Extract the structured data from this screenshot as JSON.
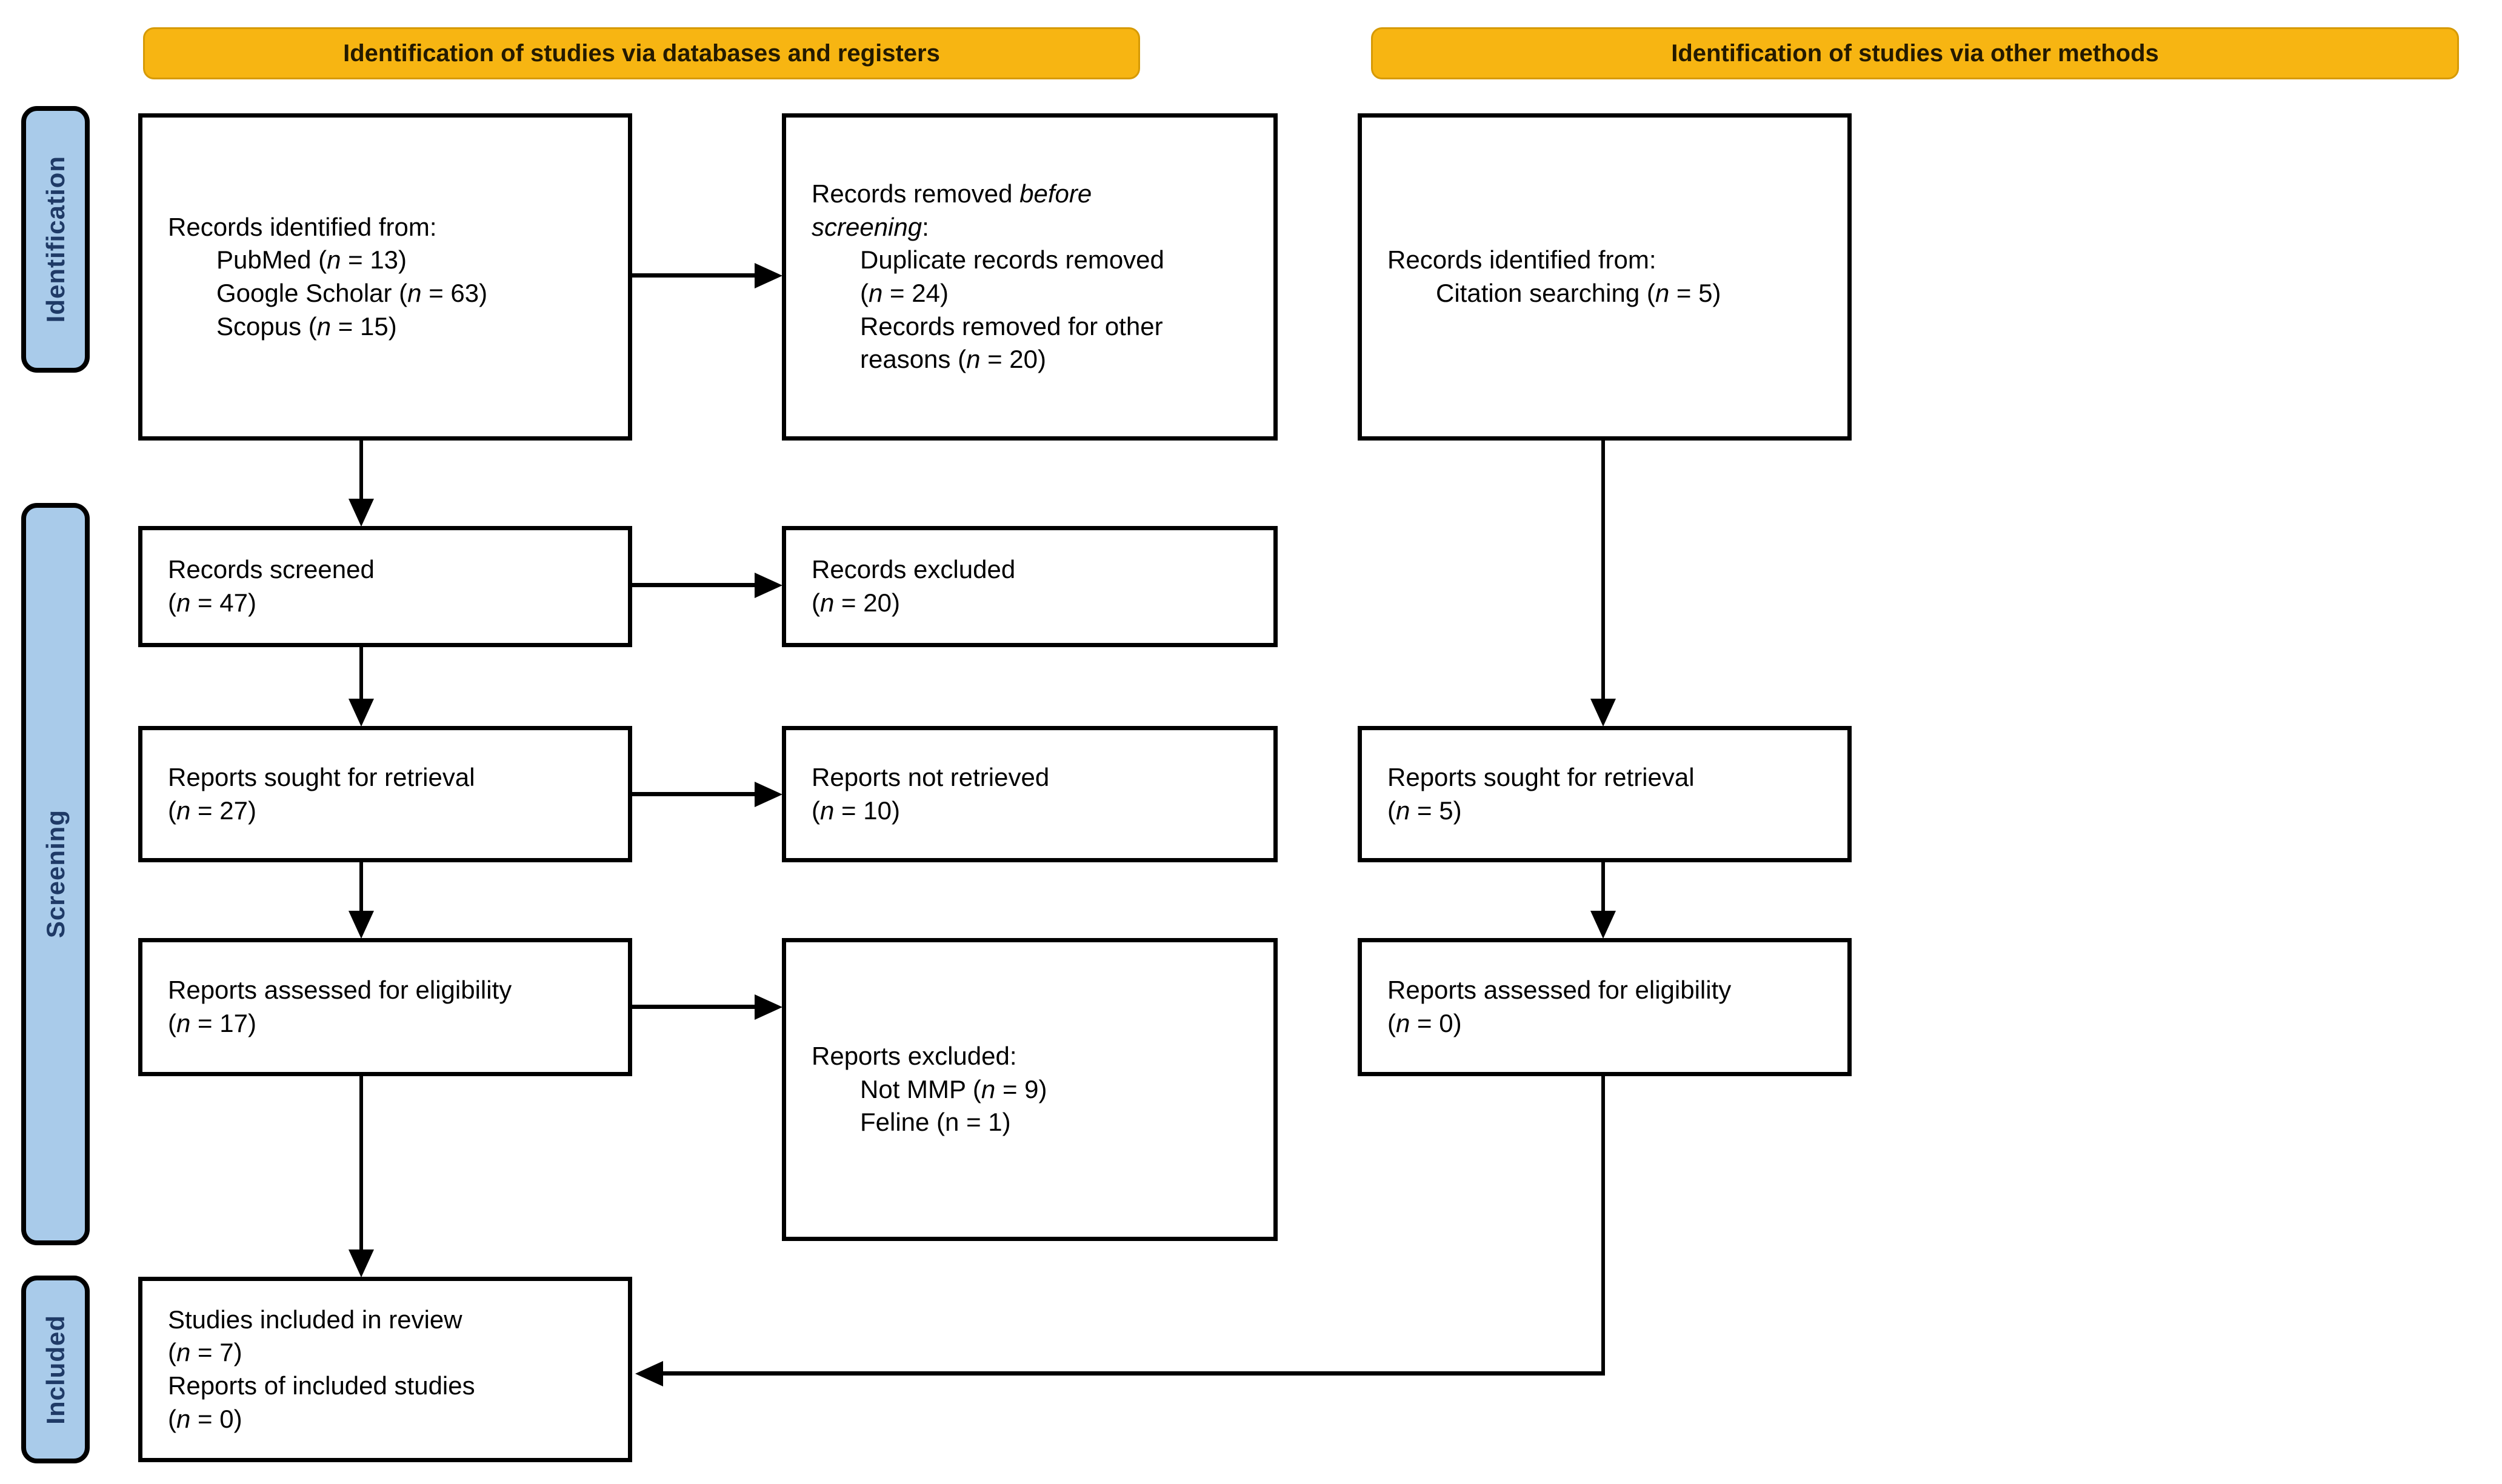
{
  "diagram": {
    "headers": [
      {
        "label": "Identification of studies via databases and registers"
      },
      {
        "label": "Identification of studies via other methods"
      }
    ],
    "stages": [
      {
        "label": "Identification"
      },
      {
        "label": "Screening"
      },
      {
        "label": "Included"
      }
    ],
    "boxes": {
      "db_records_identified": {
        "lines": [
          {
            "ind": false,
            "seg": [
              {
                "t": "Records identified from:"
              }
            ]
          },
          {
            "ind": true,
            "seg": [
              {
                "t": "PubMed ("
              },
              {
                "t": "n",
                "i": true
              },
              {
                "t": " = 13)"
              }
            ]
          },
          {
            "ind": true,
            "seg": [
              {
                "t": "Google Scholar ("
              },
              {
                "t": "n",
                "i": true
              },
              {
                "t": " = 63)"
              }
            ]
          },
          {
            "ind": true,
            "seg": [
              {
                "t": "Scopus ("
              },
              {
                "t": "n",
                "i": true
              },
              {
                "t": " = 15)"
              }
            ]
          }
        ]
      },
      "records_removed": {
        "lines": [
          {
            "ind": false,
            "seg": [
              {
                "t": "Records removed "
              },
              {
                "t": "before",
                "i": true
              }
            ]
          },
          {
            "ind": false,
            "seg": [
              {
                "t": "screening",
                "i": true
              },
              {
                "t": ":"
              }
            ]
          },
          {
            "ind": true,
            "seg": [
              {
                "t": "Duplicate records removed"
              }
            ]
          },
          {
            "ind": true,
            "seg": [
              {
                "t": "("
              },
              {
                "t": "n",
                "i": true
              },
              {
                "t": " = 24)"
              }
            ]
          },
          {
            "ind": true,
            "seg": [
              {
                "t": "Records removed for other"
              }
            ]
          },
          {
            "ind": true,
            "seg": [
              {
                "t": "reasons ("
              },
              {
                "t": "n",
                "i": true
              },
              {
                "t": " = 20)"
              }
            ]
          }
        ]
      },
      "other_records_identified": {
        "lines": [
          {
            "ind": false,
            "seg": [
              {
                "t": "Records identified from:"
              }
            ]
          },
          {
            "ind": true,
            "seg": [
              {
                "t": "Citation searching ("
              },
              {
                "t": "n",
                "i": true
              },
              {
                "t": " = 5)"
              }
            ]
          }
        ]
      },
      "records_screened": {
        "lines": [
          {
            "ind": false,
            "seg": [
              {
                "t": "Records screened"
              }
            ]
          },
          {
            "ind": false,
            "seg": [
              {
                "t": "("
              },
              {
                "t": "n",
                "i": true
              },
              {
                "t": " = 47)"
              }
            ]
          }
        ]
      },
      "records_excluded": {
        "lines": [
          {
            "ind": false,
            "seg": [
              {
                "t": "Records excluded"
              }
            ]
          },
          {
            "ind": false,
            "seg": [
              {
                "t": "("
              },
              {
                "t": "n",
                "i": true
              },
              {
                "t": " = 20)"
              }
            ]
          }
        ]
      },
      "reports_sought": {
        "lines": [
          {
            "ind": false,
            "seg": [
              {
                "t": "Reports sought for retrieval"
              }
            ]
          },
          {
            "ind": false,
            "seg": [
              {
                "t": "("
              },
              {
                "t": "n",
                "i": true
              },
              {
                "t": " = 27)"
              }
            ]
          }
        ]
      },
      "reports_not_retrieved": {
        "lines": [
          {
            "ind": false,
            "seg": [
              {
                "t": "Reports not retrieved"
              }
            ]
          },
          {
            "ind": false,
            "seg": [
              {
                "t": "("
              },
              {
                "t": "n",
                "i": true
              },
              {
                "t": " = 10)"
              }
            ]
          }
        ]
      },
      "reports_assessed": {
        "lines": [
          {
            "ind": false,
            "seg": [
              {
                "t": "Reports assessed for eligibility"
              }
            ]
          },
          {
            "ind": false,
            "seg": [
              {
                "t": "("
              },
              {
                "t": "n",
                "i": true
              },
              {
                "t": " = 17)"
              }
            ]
          }
        ]
      },
      "reports_excluded_detail": {
        "lines": [
          {
            "ind": false,
            "seg": [
              {
                "t": "Reports excluded:"
              }
            ]
          },
          {
            "ind": true,
            "seg": [
              {
                "t": "Not MMP ("
              },
              {
                "t": "n",
                "i": true
              },
              {
                "t": " = 9)"
              }
            ]
          },
          {
            "ind": true,
            "seg": [
              {
                "t": "Feline (n = 1)"
              }
            ]
          }
        ]
      },
      "other_reports_sought": {
        "lines": [
          {
            "ind": false,
            "seg": [
              {
                "t": "Reports sought for retrieval"
              }
            ]
          },
          {
            "ind": false,
            "seg": [
              {
                "t": "("
              },
              {
                "t": "n",
                "i": true
              },
              {
                "t": " = 5)"
              }
            ]
          }
        ]
      },
      "other_reports_assessed": {
        "lines": [
          {
            "ind": false,
            "seg": [
              {
                "t": "Reports assessed for eligibility"
              }
            ]
          },
          {
            "ind": false,
            "seg": [
              {
                "t": "("
              },
              {
                "t": "n",
                "i": true
              },
              {
                "t": " = 0)"
              }
            ]
          }
        ]
      },
      "studies_included": {
        "lines": [
          {
            "ind": false,
            "seg": [
              {
                "t": "Studies included in review"
              }
            ]
          },
          {
            "ind": false,
            "seg": [
              {
                "t": "("
              },
              {
                "t": "n",
                "i": true
              },
              {
                "t": " = 7)"
              }
            ]
          },
          {
            "ind": false,
            "seg": [
              {
                "t": "Reports of included studies"
              }
            ]
          },
          {
            "ind": false,
            "seg": [
              {
                "t": "("
              },
              {
                "t": "n",
                "i": true
              },
              {
                "t": " = 0)"
              }
            ]
          }
        ]
      }
    }
  },
  "colors": {
    "header_bg": "#F7B512",
    "header_text": "#241A00",
    "stage_bg": "#A9CBEA",
    "stage_text": "#1F3A66",
    "box_bg": "#FFFFFF",
    "box_border": "#000000",
    "arrow": "#000000",
    "text": "#000000"
  }
}
